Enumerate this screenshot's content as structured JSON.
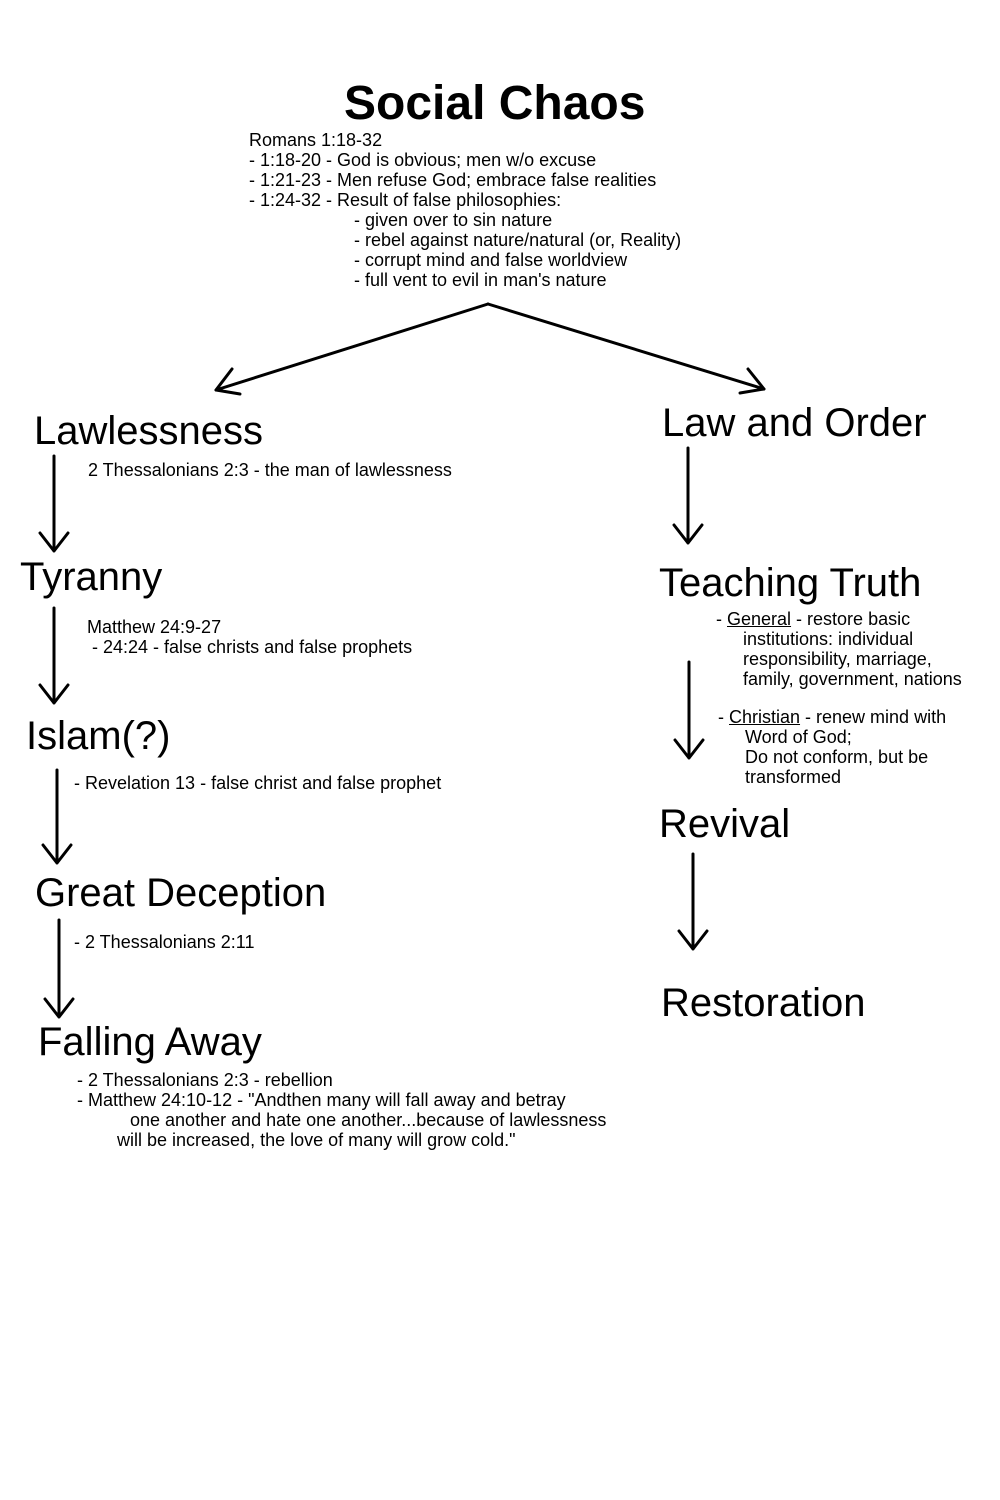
{
  "title": "Social Chaos",
  "intro": {
    "ref": "Romans 1:18-32",
    "lines": [
      "- 1:18-20 - God is obvious; men w/o excuse",
      "- 1:21-23 - Men refuse God; embrace false realities",
      "- 1:24-32 - Result of false philosophies:"
    ],
    "sub_lines": [
      "- given over to sin nature",
      "- rebel against nature/natural (or, Reality)",
      "- corrupt mind and false worldview",
      "- full vent to evil in man's nature"
    ]
  },
  "left": {
    "lawlessness": {
      "label": "Lawlessness",
      "note": "2 Thessalonians 2:3 - the man of lawlessness"
    },
    "tyranny": {
      "label": "Tyranny",
      "note1": "Matthew 24:9-27",
      "note2": " - 24:24 - false christs and false prophets"
    },
    "islam": {
      "label": "Islam(?)",
      "note": "- Revelation 13 - false christ and false prophet"
    },
    "deception": {
      "label": "Great Deception",
      "note": "- 2 Thessalonians 2:11"
    },
    "falling": {
      "label": "Falling Away",
      "note1": "- 2 Thessalonians 2:3 - rebellion",
      "note2": "- Matthew 24:10-12 - \"Andthen many will fall away and betray",
      "note3": "one another and hate one another...because of lawlessness",
      "note4": "will be increased, the love of many will grow cold.\""
    }
  },
  "right": {
    "law": {
      "label": "Law and Order"
    },
    "teaching": {
      "label": "Teaching Truth",
      "general_dash": "- ",
      "general_word": "General",
      "general_rest": " - restore basic",
      "general_l2": "institutions: individual",
      "general_l3": "responsibility, marriage,",
      "general_l4": "family, government, nations",
      "christian_dash": "- ",
      "christian_word": "Christian",
      "christian_rest": " - renew mind with",
      "christian_l2": "Word of God;",
      "christian_l3": "Do not conform, but be",
      "christian_l4": "transformed"
    },
    "revival": {
      "label": "Revival"
    },
    "restoration": {
      "label": "Restoration"
    }
  }
}
